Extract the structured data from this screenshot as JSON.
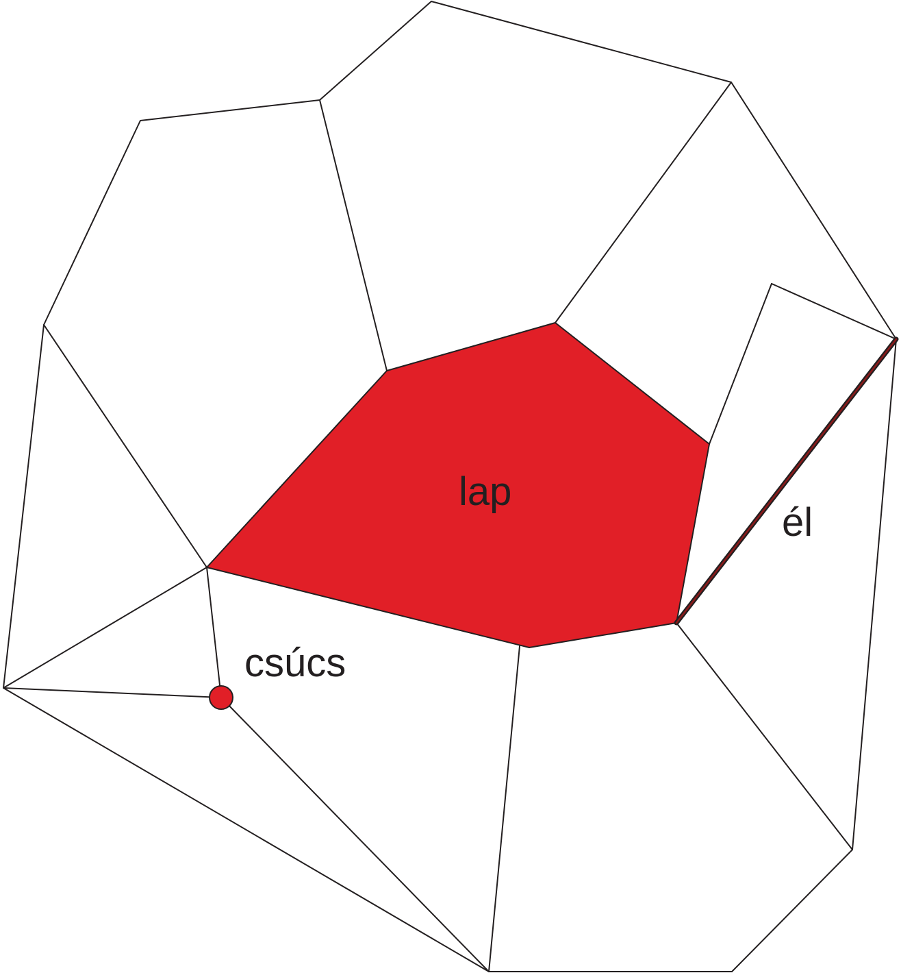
{
  "colors": {
    "face_fill": "#e11f27",
    "vertex_fill": "#e11f27",
    "edge_highlight": "#8b1a1a",
    "line": "#231f20",
    "background": "#ffffff"
  },
  "labels": {
    "face": "lap",
    "edge": "él",
    "vertex": "csúcs"
  }
}
